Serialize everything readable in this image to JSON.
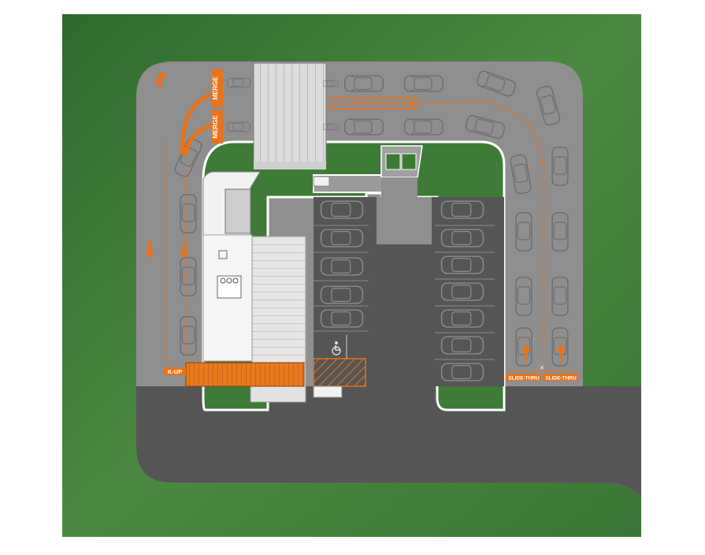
{
  "labels": {
    "merge_1": "MERGE",
    "merge_2": "MERGE",
    "pickup": "K-UP",
    "slide_thru_1": "SLIDE-THRU",
    "slide_thru_2": "SLIDE-THRU"
  },
  "colors": {
    "grass": "#3f7a39",
    "asphalt": "#8f8f8f",
    "asphalt_dark": "#555555",
    "curb": "#ffffff",
    "accent": "#e8731a",
    "roof": "#d9d9d9",
    "building_floor": "#f4f4f4",
    "car_outline": "#6c6c6c"
  },
  "icons": {
    "accessible": "wheelchair-icon",
    "arrow": "arrow-icon"
  }
}
